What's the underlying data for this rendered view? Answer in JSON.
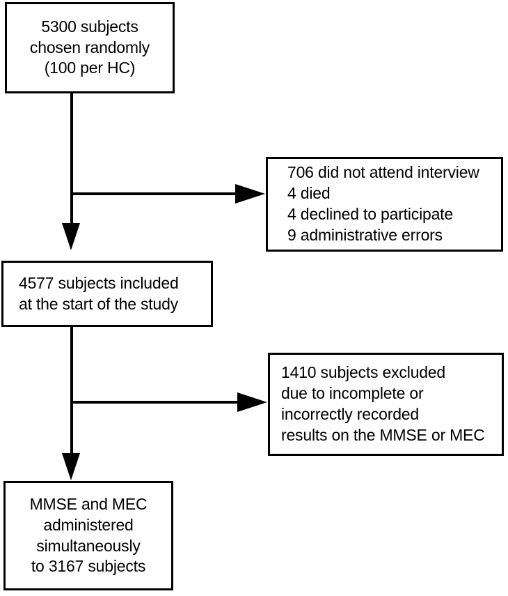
{
  "diagram": {
    "type": "flowchart",
    "orientation": "top-to-bottom",
    "style": {
      "box_border": "#000000",
      "background": "#ffffff",
      "text": "#000000"
    },
    "nodes": [
      {
        "id": "screened",
        "align": "center",
        "lines": [
          "5300 subjects",
          "chosen randomly",
          "(100 per HC)"
        ],
        "count": 5300
      },
      {
        "id": "nonparticipation",
        "align": "left",
        "lines": [
          "706 did not attend interview",
          "4 died",
          "4 declined to participate",
          "9 administrative errors"
        ],
        "counts": [
          706,
          4,
          4,
          9
        ]
      },
      {
        "id": "included",
        "align": "left",
        "lines": [
          "4577 subjects included",
          "at the start of the study"
        ],
        "count": 4577
      },
      {
        "id": "excluded",
        "align": "left",
        "lines": [
          "1410 subjects excluded",
          "due to incomplete or",
          "incorrectly recorded",
          "results on the MMSE or MEC"
        ],
        "count": 1410
      },
      {
        "id": "analyzed",
        "align": "center",
        "lines": [
          "MMSE and MEC",
          "administered",
          "simultaneously",
          "to 3167 subjects"
        ],
        "count": 3167
      }
    ],
    "edges": [
      {
        "id": "screened-to-included",
        "from": "screened",
        "to": "included",
        "direction": "down",
        "label": ""
      },
      {
        "id": "screened-to-nonpart",
        "from": "screened",
        "to": "nonparticipation",
        "direction": "right",
        "label": ""
      },
      {
        "id": "included-to-analyzed",
        "from": "included",
        "to": "analyzed",
        "direction": "down",
        "label": ""
      },
      {
        "id": "included-to-excluded",
        "from": "included",
        "to": "excluded",
        "direction": "right",
        "label": ""
      }
    ]
  }
}
